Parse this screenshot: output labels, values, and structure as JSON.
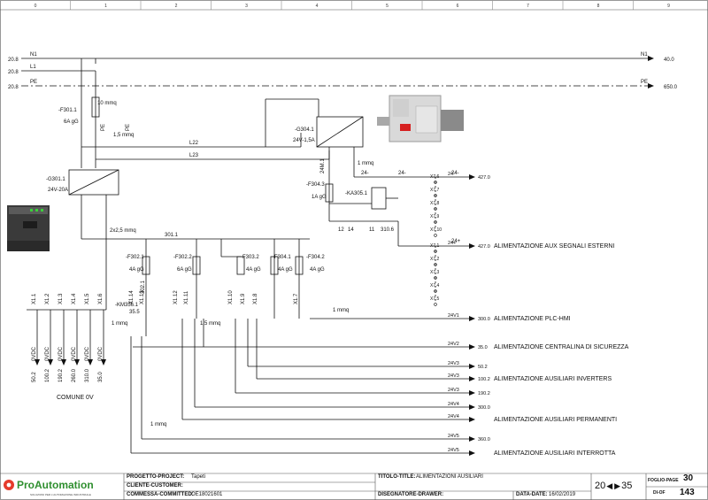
{
  "grid_columns": [
    "0",
    "1",
    "2",
    "3",
    "4",
    "5",
    "6",
    "7",
    "8",
    "9"
  ],
  "refs": {
    "n1_in": "20.8",
    "l1_in": "20.8",
    "pe_in": "20.8",
    "n1_out": "40.0",
    "pe_out": "650.0"
  },
  "nets": {
    "n1": "N1",
    "l1": "L1",
    "pe": "PE",
    "n1_right": "N1",
    "pe_right": "PE",
    "l22": "L22",
    "l23": "L23",
    "w301": "301.1",
    "w302": "302.1",
    "w24a": "24-",
    "w24b": "24-",
    "w24c": "24-",
    "w24p": "24+",
    "w24m": "24M.1"
  },
  "cables": {
    "c10": "10 mmq",
    "c15a": "1,5 mmq",
    "c25": "2x2,5 mmq",
    "c1a": "1 mmq",
    "c1b": "1 mmq",
    "c1c": "1 mmq",
    "c15b": "1,5 mmq",
    "c1d": "1 mmq"
  },
  "devices": {
    "f301": "-F301.1",
    "f301r": "6A gG",
    "g301": "-G301.1",
    "g301r": "24V-20A",
    "g304": "-G304.1",
    "g304r": "24V-1,5A",
    "f3043": "-F304.3",
    "f3043r": "1A gG",
    "ka305": "-KA305.1",
    "km356": "-KM356.1",
    "km356r": "35.5",
    "f3021": "-F302.1",
    "f3021r": "4A gG",
    "f3022": "-F302.2",
    "f3022r": "6A gG",
    "f3032": "-F303.2",
    "f3032r": "4A gG",
    "f3041": "-F304.1",
    "f3041r": "4A gG",
    "f3042": "-F304.2",
    "f3042r": "4A gG"
  },
  "ka_pins": {
    "p12": "12",
    "p14": "14",
    "p11": "11",
    "r": "310.6"
  },
  "terminals_x1": [
    "X1.1",
    "X1.2",
    "X1.3",
    "X1.4",
    "X1.5",
    "X1.6"
  ],
  "terminals_0vdc": [
    "0VDC",
    "0VDC",
    "0VDC",
    "0VDC",
    "0VDC",
    "0VDC"
  ],
  "terminal_refs": [
    "50.2",
    "100.2",
    "190.2",
    "260.0",
    "310.0",
    "35.0"
  ],
  "x1_out": [
    "X1.14",
    "X1.13",
    "X1.12",
    "X1.11",
    "X1.10",
    "X1.9",
    "X1.8",
    "X1.7"
  ],
  "x7": [
    "X7.6",
    "X7.7",
    "X7.8",
    "X7.9",
    "X7.10",
    "X7.1",
    "X7.2",
    "X7.3",
    "X7.4",
    "X7.5"
  ],
  "comune": "COMUNE 0V",
  "pe_labels": [
    "PE",
    "PE"
  ],
  "outputs": [
    {
      "wire": "24-",
      "ref": "427.0",
      "desc": ""
    },
    {
      "wire": "24+",
      "ref": "427.0",
      "desc": "ALIMENTAZIONE AUX SEGNALI ESTERNI"
    },
    {
      "wire": "24V1",
      "ref": "300.0",
      "desc": "ALIMENTAZIONE PLC-HMI"
    },
    {
      "wire": "24V2",
      "ref": "35.0",
      "desc": "ALIMENTAZIONE  CENTRALINA DI SICUREZZA"
    },
    {
      "wire": "24V3",
      "ref": "50.2",
      "desc": ""
    },
    {
      "wire": "24V3",
      "ref": "100.2",
      "desc": "ALIMENTAZIONE  AUSILIARI INVERTERS"
    },
    {
      "wire": "24V3",
      "ref": "190.2",
      "desc": ""
    },
    {
      "wire": "24V4",
      "ref": "300.0",
      "desc": ""
    },
    {
      "wire": "24V4",
      "ref": "",
      "desc": "ALIMENTAZIONE AUSILIARI PERMANENTI"
    },
    {
      "wire": "24V5",
      "ref": "360.0",
      "desc": ""
    },
    {
      "wire": "24V5",
      "ref": "",
      "desc": "ALIMENTAZIONE  AUSILIARI INTERROTTA"
    }
  ],
  "titleblock": {
    "logo": "ProAutomation",
    "logo_sub": "SOLUZIONI PER L'AUTOMAZIONE INDUSTRIALE",
    "project_label": "PROGETTO-PROJECT:",
    "project": "Tapeti",
    "customer_label": "CLIENTE-CUSTOMER:",
    "customer": "",
    "commessa_label": "COMMESSA-COMMITTED:",
    "commessa": "OE18021601",
    "title_label": "TITOLO-TITLE:",
    "title": "ALIMENTAZIONI AUSILIARI",
    "drawer_label": "DISEGNATORE-DRAWER:",
    "drawer": "",
    "date_label": "DATA-DATE:",
    "date": "16/02/2019",
    "prev_page": "20",
    "next_page": "35",
    "page_label": "FOGLIO-PAGE",
    "page": "30",
    "of_label": "DI-OF",
    "of": "143"
  }
}
